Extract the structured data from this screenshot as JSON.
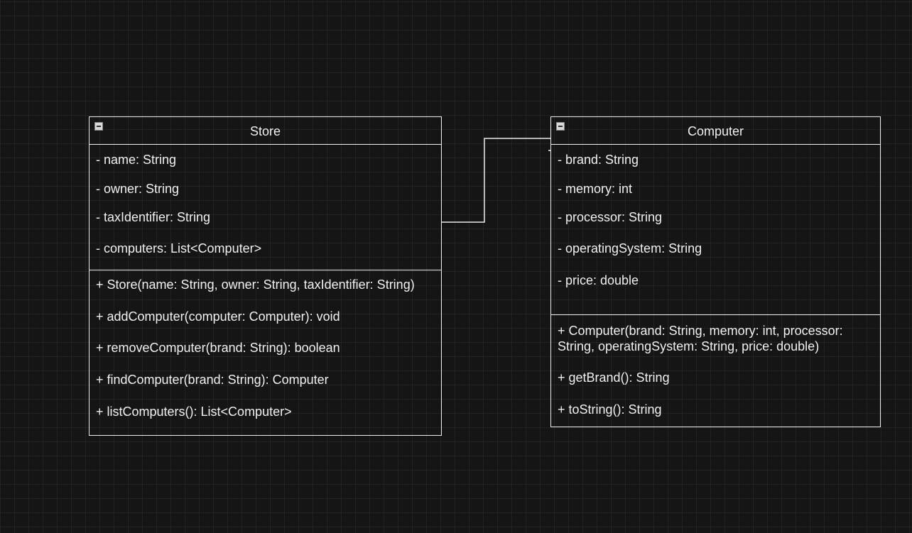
{
  "classes": {
    "store": {
      "name": "Store",
      "attributes": [
        "- name: String",
        "- owner: String",
        "- taxIdentifier: String",
        "- computers: List<Computer>"
      ],
      "methods": [
        "+ Store(name: String, owner: String, taxIdentifier: String)",
        "+ addComputer(computer: Computer): void",
        "+ removeComputer(brand: String): boolean",
        "+ findComputer(brand: String): Computer",
        "+ listComputers(): List<Computer>"
      ]
    },
    "computer": {
      "name": "Computer",
      "attributes": [
        "- brand: String",
        "- memory: int",
        "- processor: String",
        "- operatingSystem: String",
        "- price: double"
      ],
      "methods": [
        "+ Computer(brand: String, memory: int, processor: String, operatingSystem: String, price: double)",
        "+ getBrand(): String",
        "+ toString(): String"
      ]
    }
  },
  "colors": {
    "background": "#151515",
    "grid": "#2a2a2a",
    "stroke": "#ececec",
    "text": "#f0f0f0"
  },
  "icons": {
    "collapse": "minus-square-icon"
  }
}
